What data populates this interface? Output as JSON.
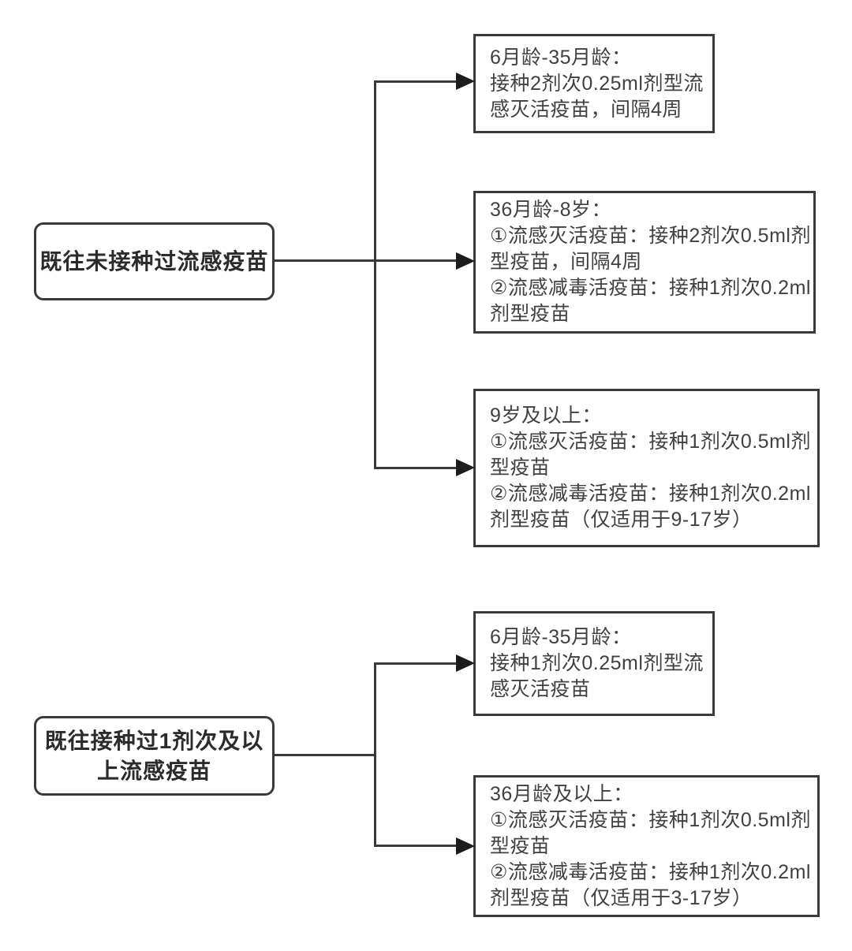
{
  "flowchart": {
    "colors": {
      "background": "#ffffff",
      "box_border": "#3a3a3a",
      "text": "#404040",
      "source_text": "#2b2b2b",
      "line": "#3a3a3a",
      "arrow": "#1c1c1c"
    },
    "groups": [
      {
        "source": {
          "lines": [
            "既往未接种过流感疫苗"
          ]
        },
        "branches": [
          {
            "lines": [
              "6月龄-35月龄：",
              "接种2剂次0.25ml剂型流",
              "感灭活疫苗，间隔4周"
            ]
          },
          {
            "lines": [
              "36月龄-8岁：",
              "①流感灭活疫苗：接种2剂次0.5ml剂",
              "型疫苗，间隔4周",
              "②流感减毒活疫苗：接种1剂次0.2ml",
              "剂型疫苗"
            ]
          },
          {
            "lines": [
              "9岁及以上：",
              "①流感灭活疫苗：接种1剂次0.5ml剂",
              "型疫苗",
              "②流感减毒活疫苗：接种1剂次0.2ml",
              "剂型疫苗（仅适用于9-17岁）"
            ]
          }
        ]
      },
      {
        "source": {
          "lines": [
            "既往接种过1剂次及以",
            "上流感疫苗"
          ]
        },
        "branches": [
          {
            "lines": [
              "6月龄-35月龄：",
              "接种1剂次0.25ml剂型流",
              "感灭活疫苗"
            ]
          },
          {
            "lines": [
              "36月龄及以上：",
              "①流感灭活疫苗：接种1剂次0.5ml剂",
              "型疫苗",
              "②流感减毒活疫苗：接种1剂次0.2ml",
              "剂型疫苗（仅适用于3-17岁）"
            ]
          }
        ]
      }
    ]
  }
}
